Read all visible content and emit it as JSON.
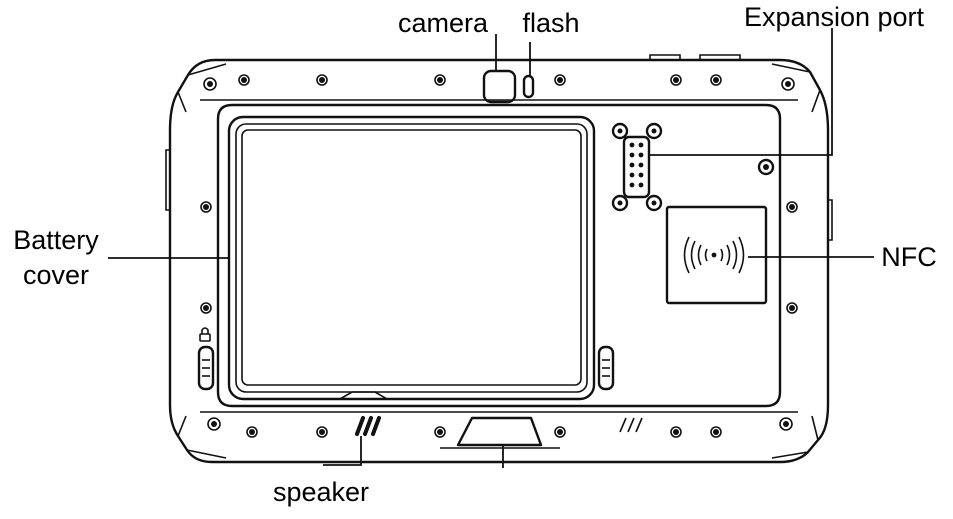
{
  "labels": {
    "camera": "camera",
    "flash": "flash",
    "expansion_port": "Expansion port",
    "battery_cover_line1": "Battery",
    "battery_cover_line2": "cover",
    "nfc": "NFC",
    "speaker": "speaker"
  },
  "colors": {
    "line": "#111111",
    "background": "#ffffff"
  }
}
